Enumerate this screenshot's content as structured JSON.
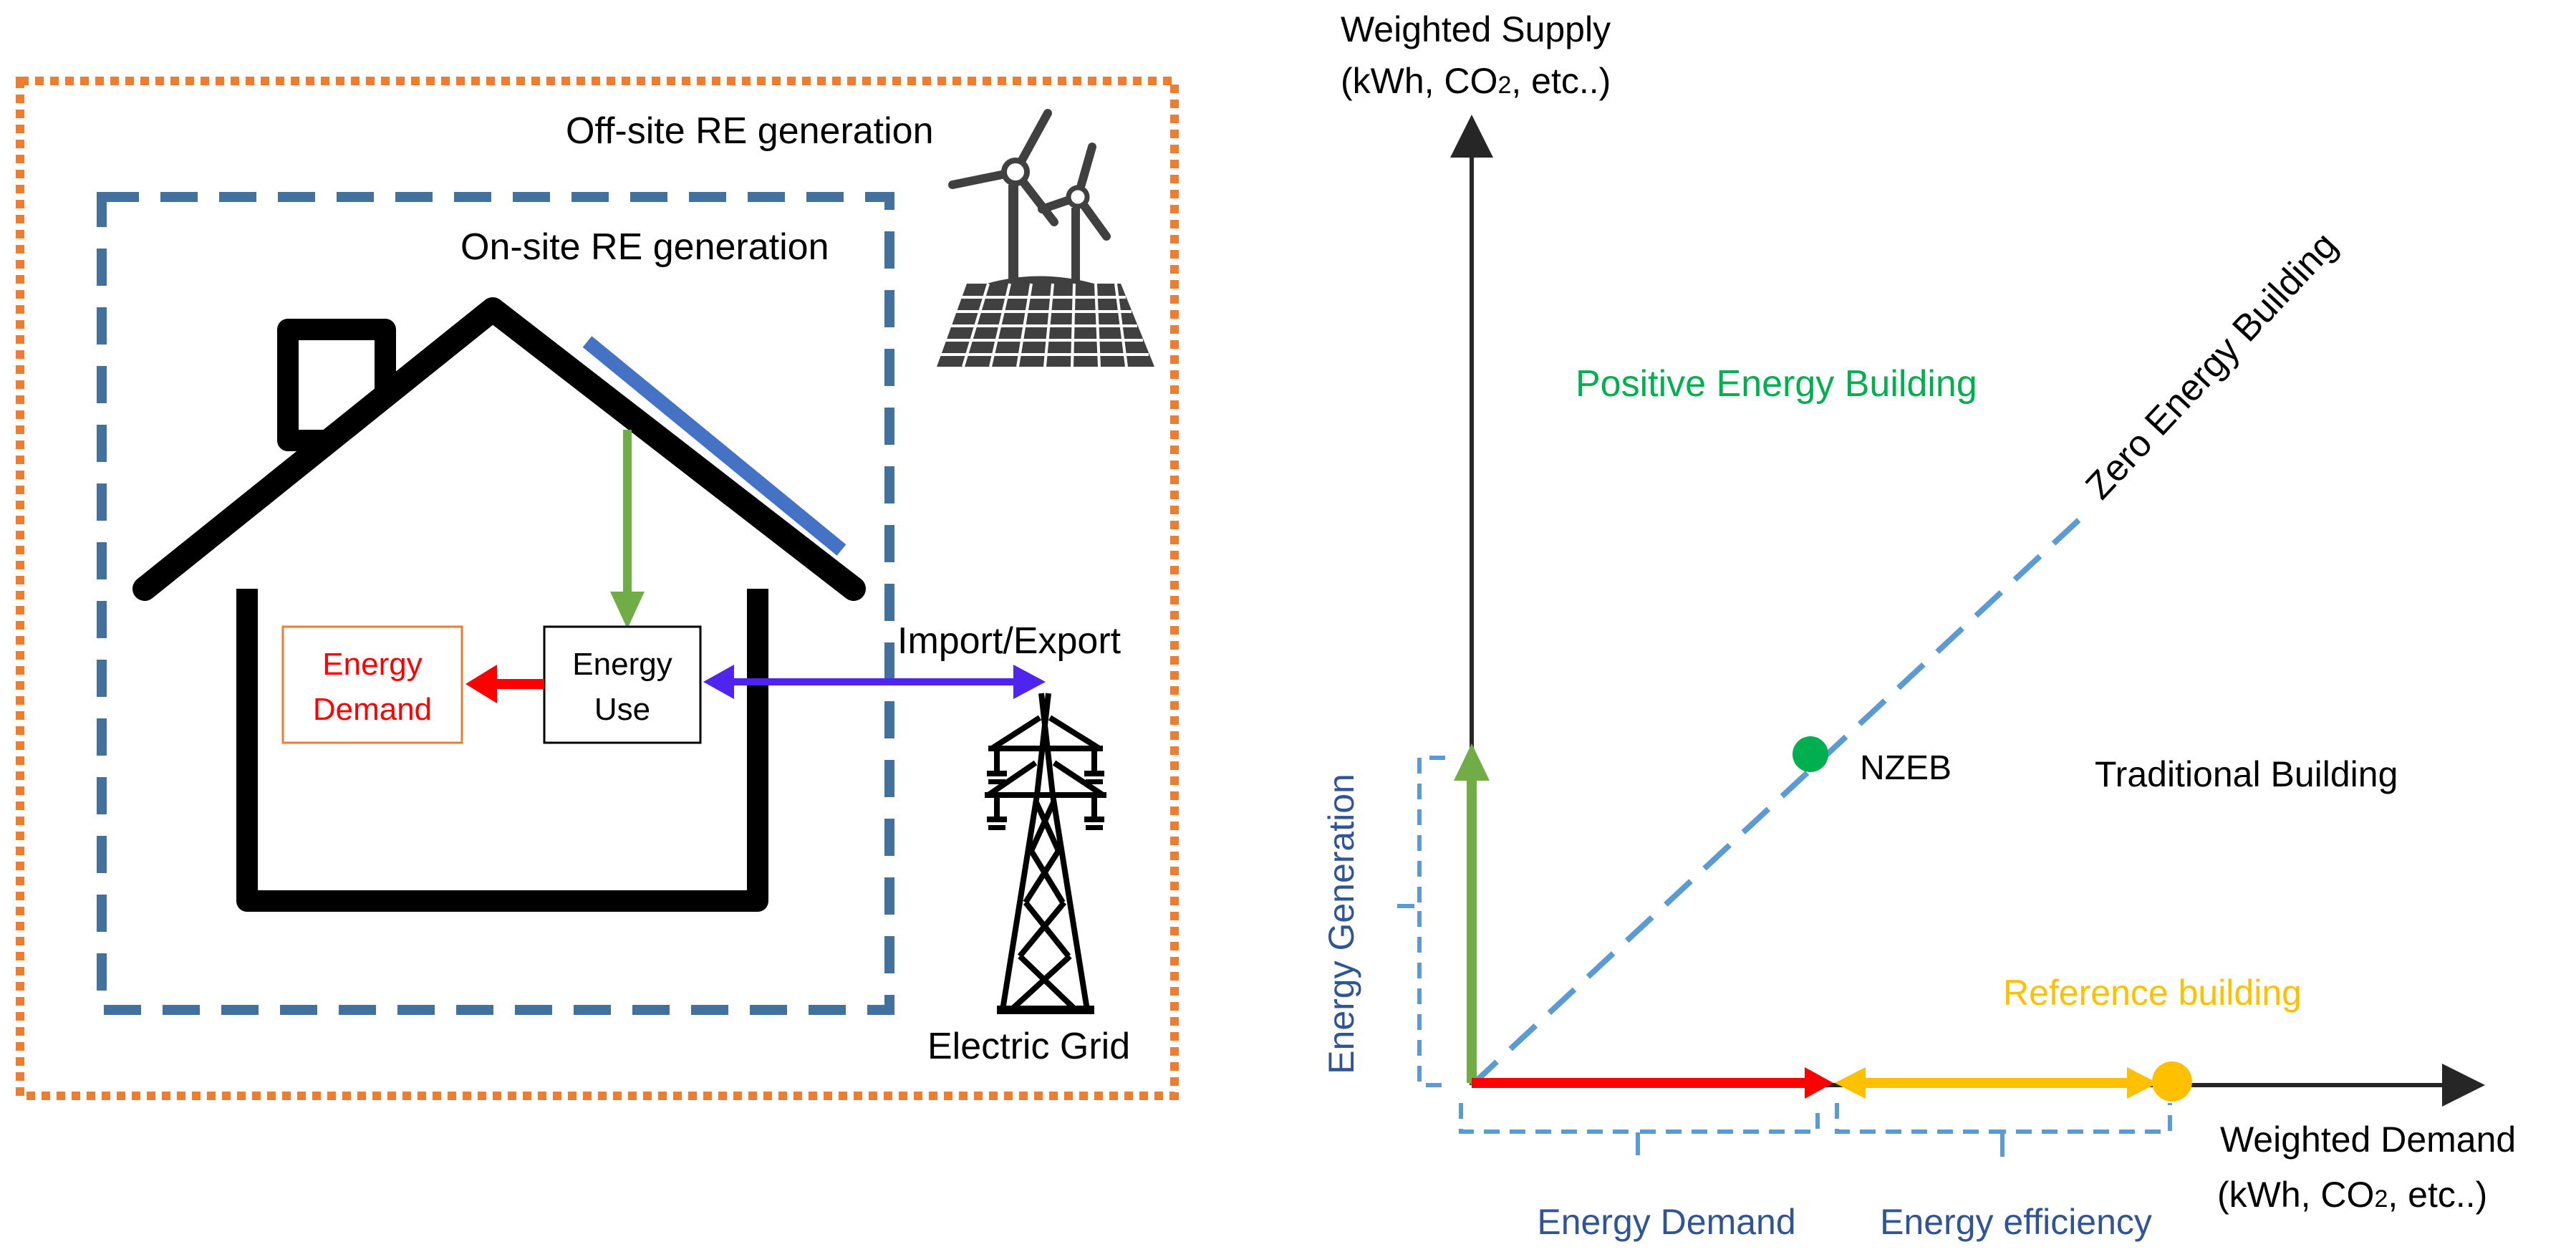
{
  "left_panel": {
    "offsite_label": "Off-site RE generation",
    "onsite_label": "On-site RE generation",
    "energy_demand_box": {
      "line1": "Energy",
      "line2": "Demand"
    },
    "energy_use_box": {
      "line1": "Energy",
      "line2": "Use"
    },
    "import_export_label": "Import/Export",
    "electric_grid_label": "Electric Grid"
  },
  "right_panel": {
    "y_axis_label": {
      "line1": "Weighted Supply",
      "line2_pre": "(kWh, CO",
      "line2_sub": "2",
      "line2_post": ", etc..)"
    },
    "x_axis_label": {
      "line1": "Weighted Demand",
      "line2_pre": "(kWh, CO",
      "line2_sub": "2",
      "line2_post": ", etc..)"
    },
    "zero_energy_label": "Zero Energy Building",
    "positive_label": "Positive Energy Building",
    "traditional_label": "Traditional Building",
    "nzeb_label": "NZEB",
    "reference_label": "Reference building",
    "energy_generation_label": "Energy Generation",
    "energy_demand_label": "Energy Demand",
    "energy_efficiency_label": "Energy efficiency"
  },
  "colors": {
    "orange_border": "#ED7D31",
    "blue_dashed": "#41719C",
    "light_blue": "#5B9BD5",
    "green": "#70AD47",
    "red": "#FF0000",
    "purple": "#4F24EE",
    "gold": "#FFC000",
    "nzeb_green": "#00B050",
    "text_blue": "#2F5597",
    "black": "#000000"
  }
}
